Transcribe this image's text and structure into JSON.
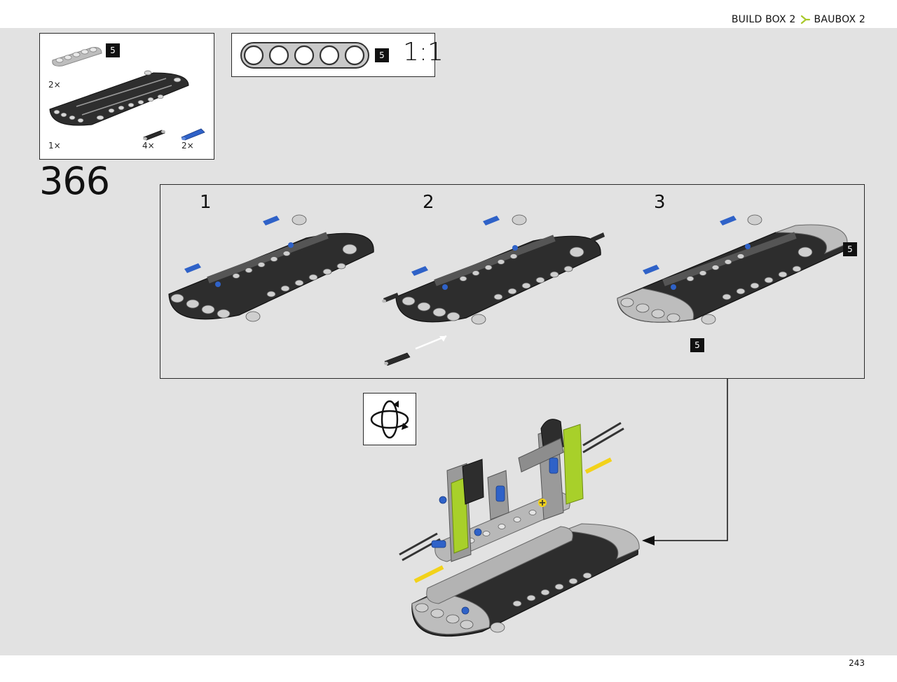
{
  "header": {
    "breadcrumb_en": "BUILD BOX 2",
    "breadcrumb_de": "BAUBOX 2",
    "separator_color": "#a8c82a"
  },
  "parts_list": {
    "items": [
      {
        "part": "gray-5-hole-beam",
        "qty": "2×",
        "badge": "5"
      },
      {
        "part": "black-frame",
        "qty": "1×"
      },
      {
        "part": "black-pin",
        "qty": "4×"
      },
      {
        "part": "blue-pin",
        "qty": "2×"
      }
    ]
  },
  "scale_reference": {
    "badge": "5",
    "scale": "1:1"
  },
  "step": {
    "number": "366",
    "substeps": [
      {
        "label": "1"
      },
      {
        "label": "2"
      },
      {
        "label": "3",
        "badges": [
          "5",
          "5"
        ]
      }
    ]
  },
  "rotate_icon": "rotate-model-icon",
  "footer": {
    "page_number": "243"
  },
  "colors": {
    "background": "#e2e2e2",
    "lime": "#a8d02a",
    "blue_pin": "#2f62c8",
    "black_part": "#2b2b2b",
    "gray_part": "#b8b8b8",
    "yellow_axle": "#f2d21a"
  }
}
